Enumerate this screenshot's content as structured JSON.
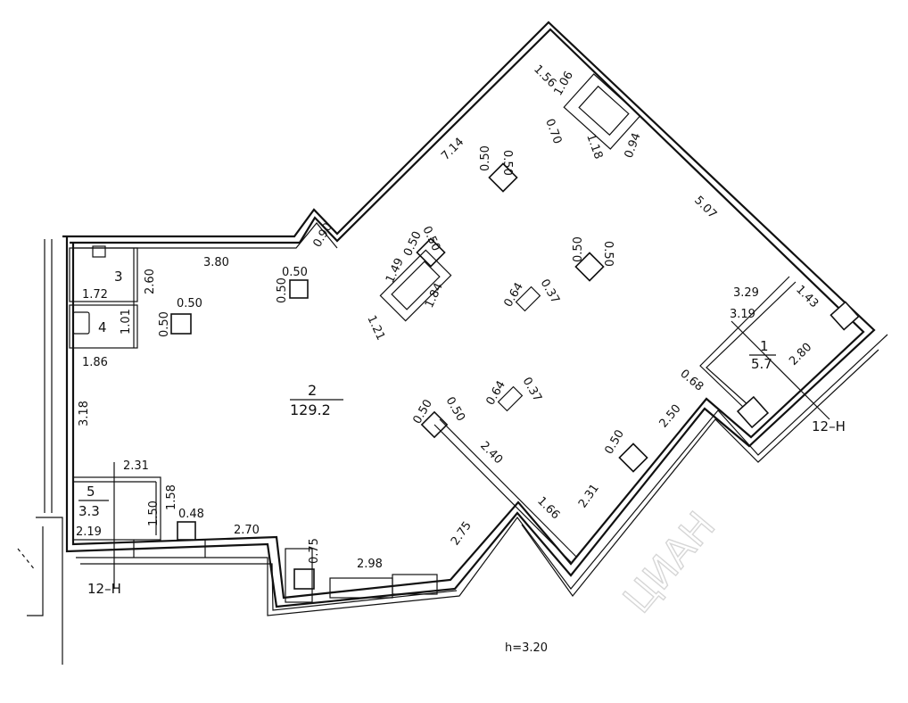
{
  "plan": {
    "height_label": "h=3.20",
    "watermark": "ЦИАН",
    "rooms": [
      {
        "number": "1",
        "area": "5.7"
      },
      {
        "number": "2",
        "area": "129.2"
      },
      {
        "number": "3",
        "area": ""
      },
      {
        "number": "4",
        "area": ""
      },
      {
        "number": "5",
        "area": "3.3"
      }
    ],
    "section_marks": [
      "12–Н",
      "12–Н"
    ],
    "dimensions": [
      "3.80",
      "0.90",
      "7.14",
      "1.56",
      "1.06",
      "0.70",
      "1.18",
      "0.94",
      "5.07",
      "1.43",
      "3.29",
      "3.19",
      "2.80",
      "0.68",
      "2.50",
      "0.50",
      "2.31",
      "1.66",
      "2.40",
      "2.75",
      "2.98",
      "0.75",
      "2.70",
      "0.48",
      "1.58",
      "1.50",
      "2.31",
      "2.19",
      "3.18",
      "1.86",
      "1.01",
      "1.72",
      "2.60",
      "0.50",
      "0.50",
      "0.50",
      "0.50",
      "1.49",
      "0.50",
      "0.50",
      "1.21",
      "1.84",
      "0.50",
      "0.50",
      "0.50",
      "0.50",
      "0.64",
      "0.37",
      "0.64",
      "0.37",
      "0.50",
      "0.50"
    ]
  }
}
